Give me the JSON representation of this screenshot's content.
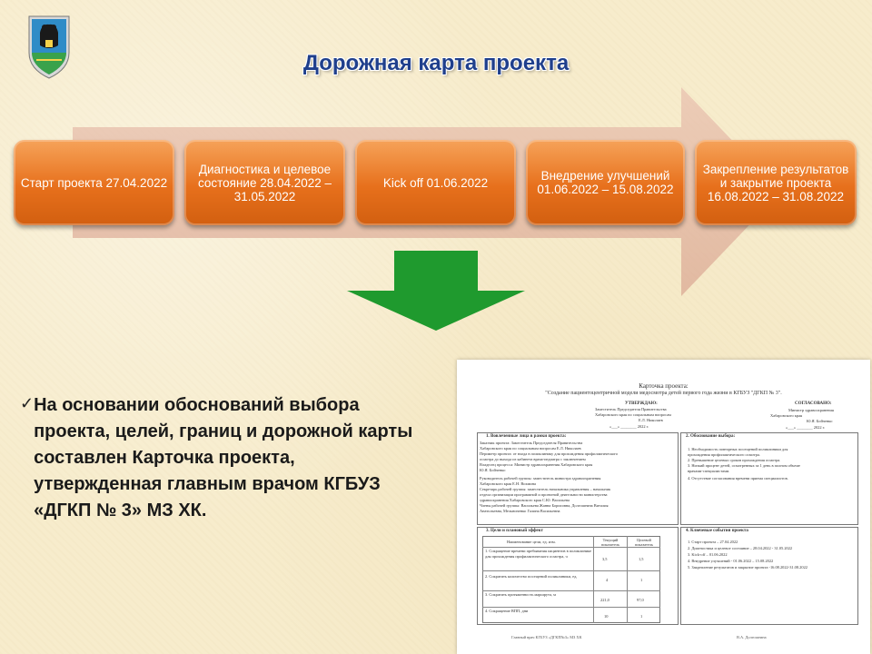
{
  "title": "Дорожная карта проекта",
  "colors": {
    "title": "#1f3f8c",
    "step": "#e7701c",
    "arrow_down": "#1f9a2e",
    "background": "#f7eccc"
  },
  "crest": {
    "icon": "coat-of-arms-icon"
  },
  "steps": [
    {
      "label": "Старт проекта 27.04.2022"
    },
    {
      "label": "Диагностика и целевое состояние 28.04.2022 – 31.05.2022"
    },
    {
      "label": "Kick off 01.06.2022"
    },
    {
      "label": "Внедрение улучшений 01.06.2022 – 15.08.2022"
    },
    {
      "label": "Закрепление результатов и закрытие проекта 16.08.2022 – 31.08.2022"
    }
  ],
  "down_arrow": {
    "icon": "down-arrow-icon"
  },
  "bullet": {
    "icon": "checkmark-icon",
    "text": "На основании обоснований выбора проекта, целей, границ и дорожной карты составлен Карточка проекта, утвержденная главным врачом КГБУЗ «ДГКП № 3» МЗ ХК."
  },
  "document": {
    "title": "Карточка проекта:",
    "subtitle": "\"Создание пациентоцентричной модели медосмотра детей первого года жизни в КГБУЗ \"ДГКП № 3\".",
    "approve_left_head": "УТВЕРЖДАЮ:",
    "approve_left": [
      "Заместитель Председателя Правительства",
      "Хабаровского края по социальным вопросам",
      "Е.Л. Николаев",
      "«___» ________ 2022 г."
    ],
    "approve_right_head": "СОГЛАСОВАНО:",
    "approve_right": [
      "Министр здравоохранения",
      "Хабаровского края",
      "Ю.Я. Бойченко",
      "«___» ________ 2022 г."
    ],
    "sec1_title": "1.   Вовлеченные лица в рамки проекта:",
    "sec1_lines": [
      "Заказчик проекта: Заместитель Председателя Правительства",
      "Хабаровского края по социальным вопросам Е.Л. Николаев",
      "Периметр проекта: от входа в поликлинику для прохождения профилактического",
      "осмотра до выхода из кабинета врача-педиатра с заключением",
      "Владелец процесса: Министр здравоохранения Хабаровского края",
      "Ю.Я. Бойченко",
      "Руководитель рабочей группы: заместитель министра здравоохранения",
      "Хабаровского края Е.Н. Вохмина",
      "Секретарь рабочей группы: заместитель начальника управления – начальник",
      "отдела организации программной и проектной деятельности министерства",
      "здравоохранения Хабаровского края С.Ю. Васильева",
      "Члены рабочей группы: Васильева Жанна Борисовна, Долгошеина Виталия",
      "Анатольевна, Мельниченко Галина Васильевна"
    ],
    "sec2_title": "2.   Обоснование выбора:",
    "sec2_lines": [
      "1.  Необходимость повторных посещений поликлиники для",
      "     прохождения профилактического осмотра.",
      "2.  Превышение целевых сроков прохождения осмотра.",
      "3.  Низкий процент детей, осмотренных за 1 день в полном объеме",
      "     врачами-специалистами.",
      "4.  Отсутствие согласования времени приема специалистов."
    ],
    "sec3_title": "3.  Цели и плановый эффект",
    "table_headers": [
      "Наименование цели, ед. изм.",
      "Текущий показатель",
      "Целевой показатель"
    ],
    "table_rows": [
      {
        "name": "1. Сокращение времени пребывания пациентов в поликлинике для прохождения профилактического осмотра, ч",
        "current": "3,5",
        "target": "1,5"
      },
      {
        "name": "2. Сократить количество посещений поликлиники, ед.",
        "current": "4",
        "target": "1"
      },
      {
        "name": "3. Сократить протяженность маршрута, м",
        "current": "221,0",
        "target": "97,0"
      },
      {
        "name": "4. Сокращение ВПП, дни",
        "current": "10",
        "target": "1"
      }
    ],
    "sec4_title": "4.   Ключевые события проекта",
    "sec4_lines": [
      "1.  Старт проекта – 27.04.2022",
      "2.  Диагностика и целевое состояние – 28.04.2022 - 31.05.2022",
      "3.  Kick-off – 01.06.2022",
      "4.  Внедрение улучшений - 01.06.2022 – 15.08.2022",
      "5.  Закрепление результатов и закрытие проекта -16.08.2022-31.08.2022"
    ],
    "footer_left": "Главный врач КГБУЗ «ДГКП№3» МЗ ХК",
    "footer_right": "В.А. Долгошеина"
  }
}
